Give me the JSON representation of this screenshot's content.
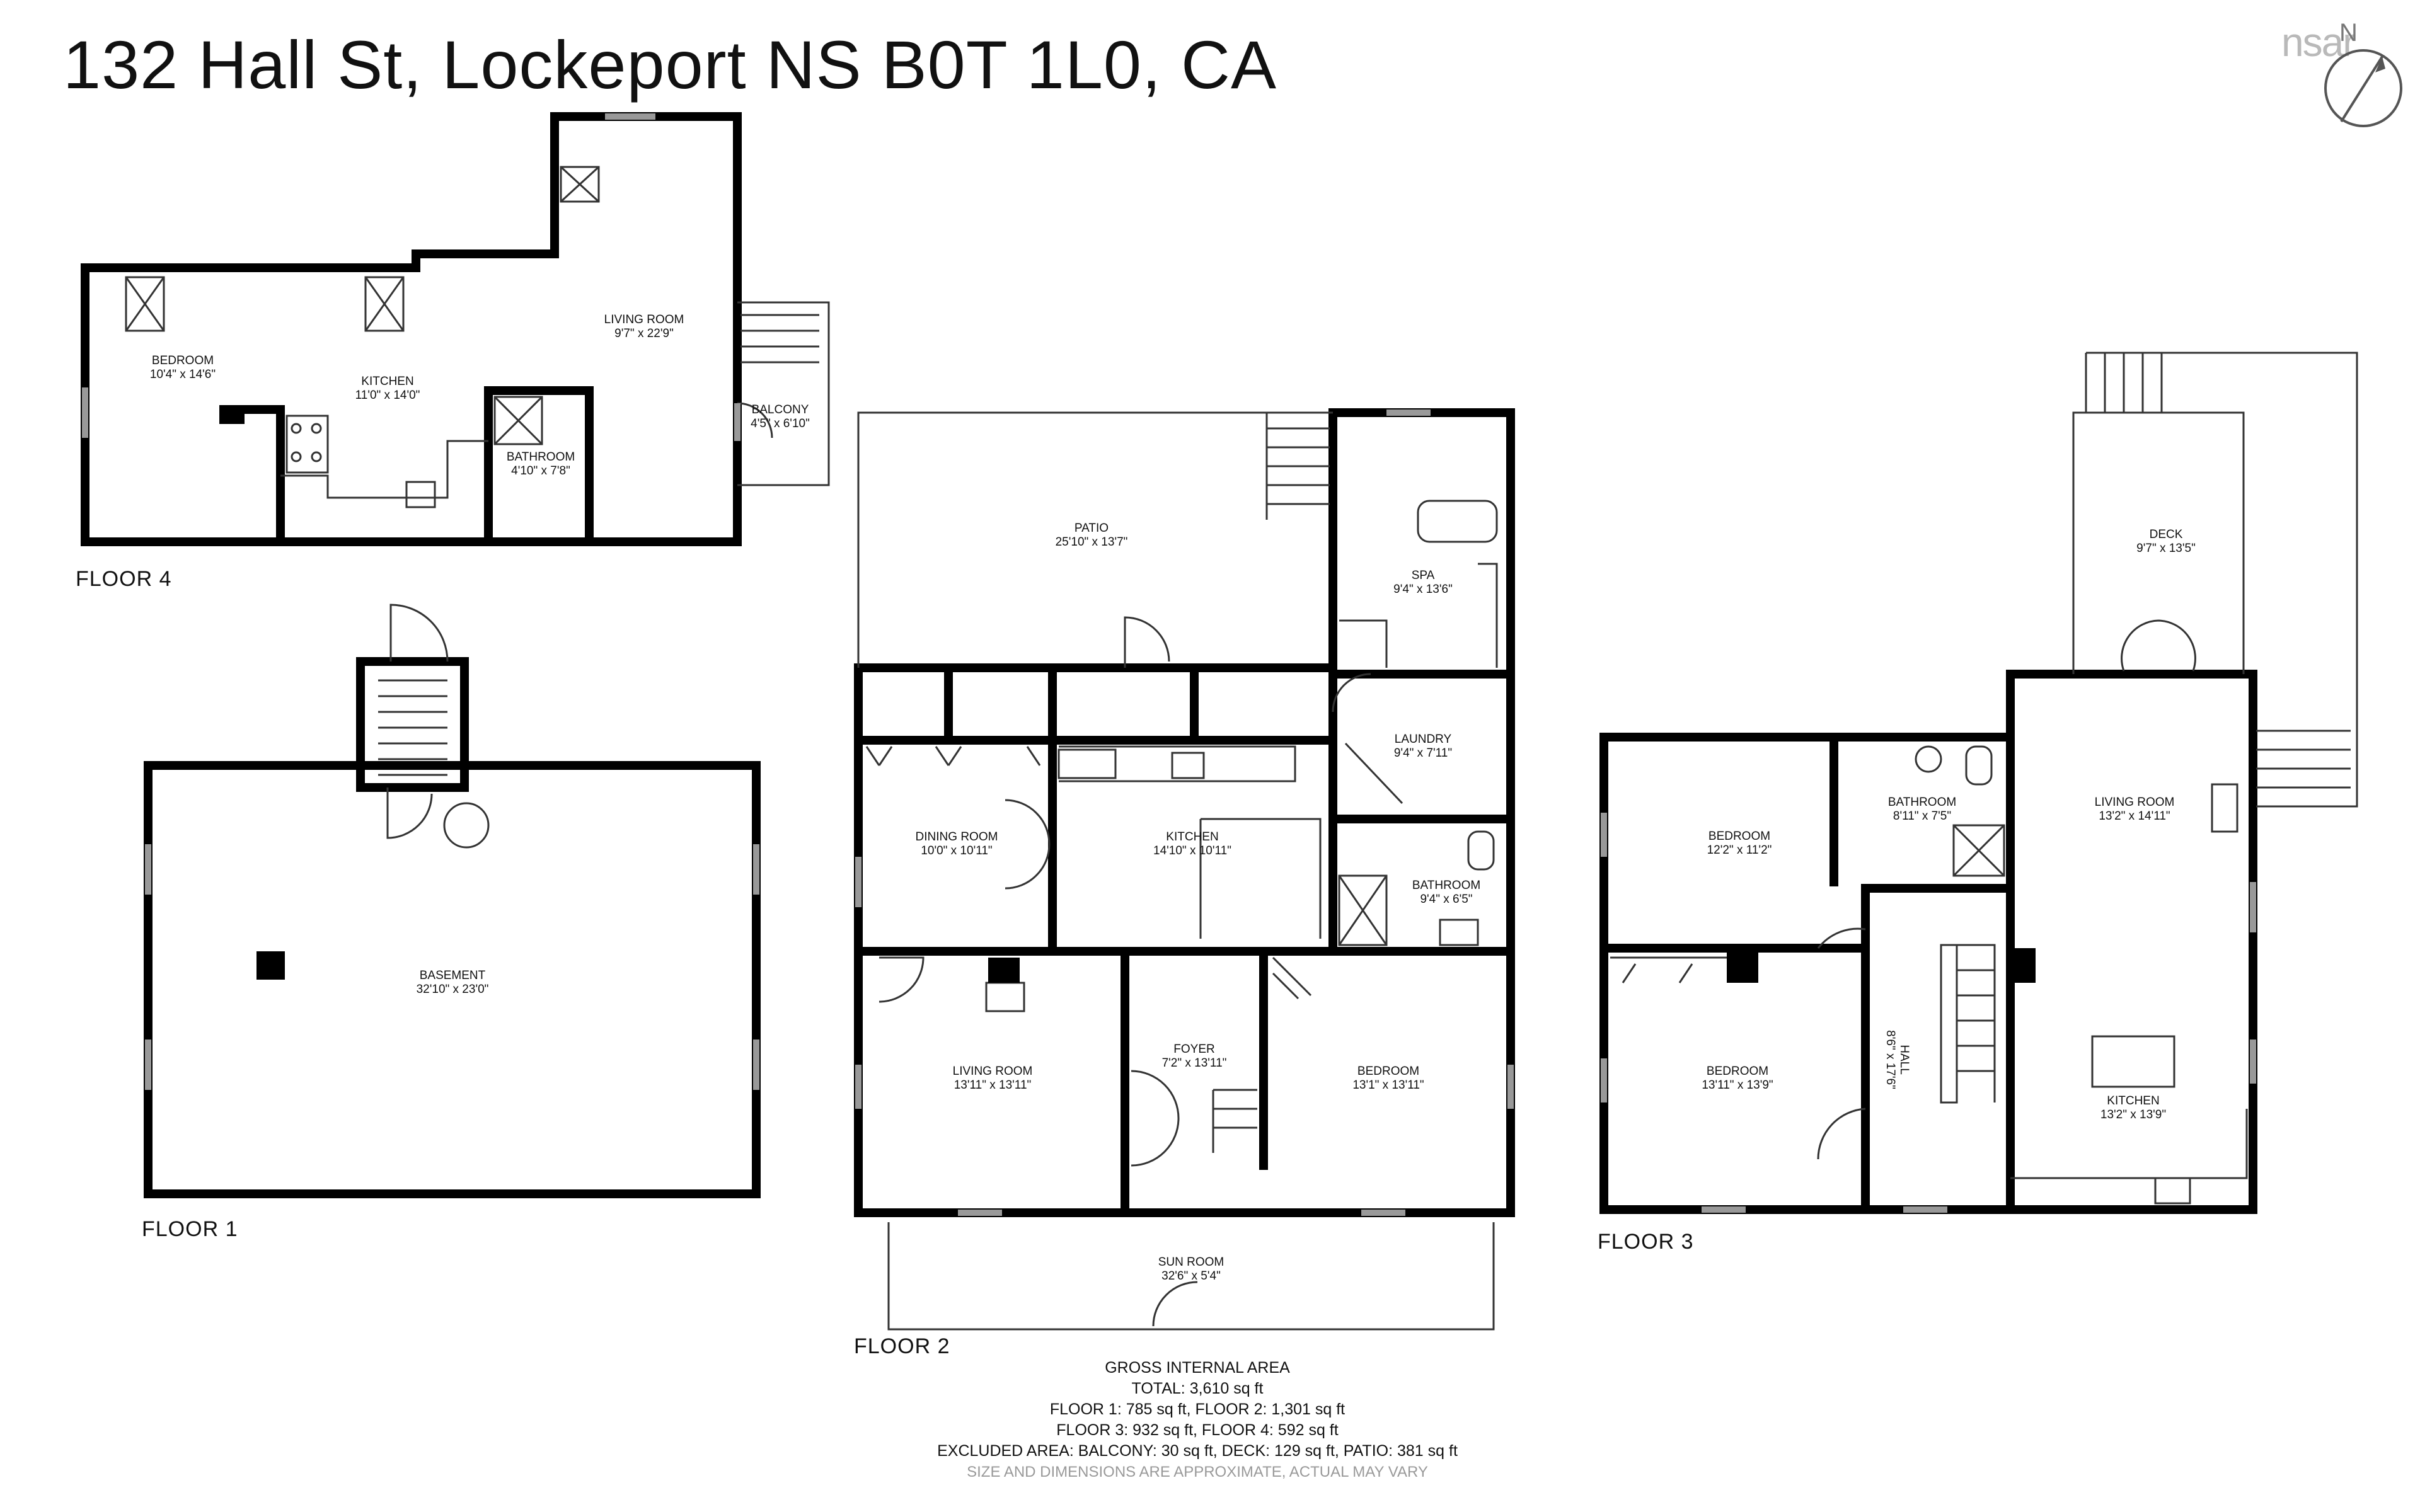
{
  "title": "132 Hall St, Lockeport NS B0T 1L0, CA",
  "logo": {
    "text": "nsar",
    "compass_letter": "N",
    "icon": "compass-icon"
  },
  "floors": [
    {
      "label": "FLOOR 4",
      "rooms": [
        {
          "name": "BEDROOM",
          "dims": "10'4\" x 14'6\""
        },
        {
          "name": "KITCHEN",
          "dims": "11'0\" x 14'0\""
        },
        {
          "name": "LIVING ROOM",
          "dims": "9'7\" x 22'9\""
        },
        {
          "name": "BALCONY",
          "dims": "4'5\" x 6'10\""
        },
        {
          "name": "BATHROOM",
          "dims": "4'10\" x 7'8\""
        }
      ]
    },
    {
      "label": "FLOOR 1",
      "rooms": [
        {
          "name": "BASEMENT",
          "dims": "32'10\" x 23'0\""
        }
      ]
    },
    {
      "label": "FLOOR 2",
      "rooms": [
        {
          "name": "PATIO",
          "dims": "25'10\" x 13'7\""
        },
        {
          "name": "SPA",
          "dims": "9'4\" x 13'6\""
        },
        {
          "name": "LAUNDRY",
          "dims": "9'4\" x 7'11\""
        },
        {
          "name": "DINING ROOM",
          "dims": "10'0\" x 10'11\""
        },
        {
          "name": "KITCHEN",
          "dims": "14'10\" x 10'11\""
        },
        {
          "name": "BATHROOM",
          "dims": "9'4\" x 6'5\""
        },
        {
          "name": "LIVING ROOM",
          "dims": "13'11\" x 13'11\""
        },
        {
          "name": "FOYER",
          "dims": "7'2\" x 13'11\""
        },
        {
          "name": "BEDROOM",
          "dims": "13'1\" x 13'11\""
        },
        {
          "name": "SUN ROOM",
          "dims": "32'6\" x 5'4\""
        }
      ]
    },
    {
      "label": "FLOOR 3",
      "rooms": [
        {
          "name": "DECK",
          "dims": "9'7\" x 13'5\""
        },
        {
          "name": "BEDROOM",
          "dims": "12'2\" x 11'2\""
        },
        {
          "name": "BATHROOM",
          "dims": "8'11\" x 7'5\""
        },
        {
          "name": "LIVING ROOM",
          "dims": "13'2\" x 14'11\""
        },
        {
          "name": "BEDROOM",
          "dims": "13'11\" x 13'9\""
        },
        {
          "name": "HALL",
          "dims": "8'6\" x 17'6\""
        },
        {
          "name": "KITCHEN",
          "dims": "13'2\" x 13'9\""
        }
      ]
    }
  ],
  "summary": {
    "heading": "GROSS INTERNAL AREA",
    "total": "TOTAL: 3,610 sq ft",
    "line1": "FLOOR 1: 785 sq ft, FLOOR 2: 1,301 sq ft",
    "line2": "FLOOR 3: 932 sq ft, FLOOR 4: 592 sq ft",
    "excluded": "EXCLUDED AREA: BALCONY: 30 sq ft, DECK: 129 sq ft, PATIO: 381 sq ft",
    "disclaimer": "SIZE AND DIMENSIONS ARE APPROXIMATE, ACTUAL MAY VARY"
  },
  "colors": {
    "wall": "#000000",
    "line": "#333333",
    "faint": "#999999",
    "background": "#ffffff"
  }
}
